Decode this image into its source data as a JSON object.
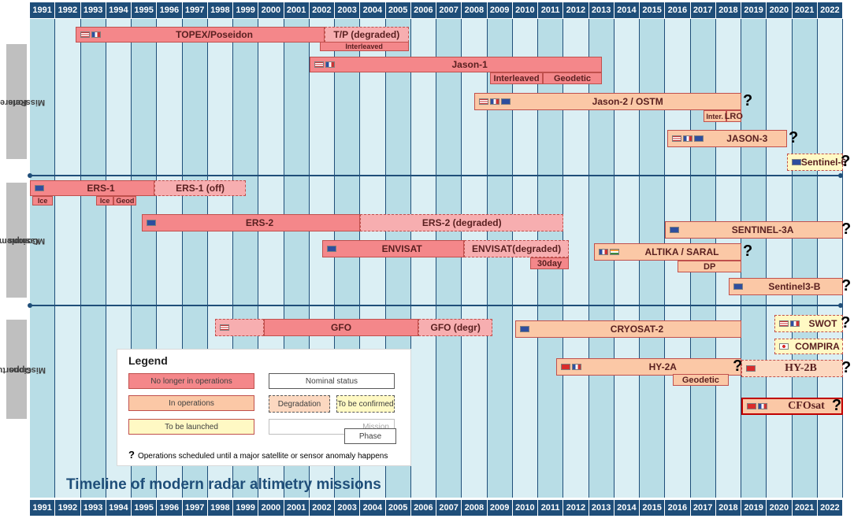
{
  "years": [
    "1991",
    "1992",
    "1993",
    "1994",
    "1995",
    "1996",
    "1997",
    "1998",
    "1999",
    "2000",
    "2001",
    "2002",
    "2003",
    "2004",
    "2005",
    "2006",
    "2007",
    "2008",
    "2009",
    "2010",
    "2011",
    "2012",
    "2013",
    "2014",
    "2015",
    "2016",
    "2017",
    "2018",
    "2019",
    "2020",
    "2021",
    "2022"
  ],
  "sections": [
    {
      "label": "Reference Missions",
      "lines": [
        "Reference",
        "Missions"
      ]
    },
    {
      "label": "Complementary Missions",
      "lines": [
        "Complementary",
        "Missions"
      ]
    },
    {
      "label": "Opportunity Missions",
      "lines": [
        "Opportunity",
        "Missions"
      ]
    }
  ],
  "bars": [
    {
      "label": "TOPEX/Poseidon",
      "status": "off",
      "start": 1992.8,
      "end": 2002.6,
      "row": "tp",
      "flags": [
        "us",
        "fr"
      ]
    },
    {
      "label": "T/P (degraded)",
      "status": "off-deg",
      "start": 2002.6,
      "end": 2005.9,
      "row": "tp"
    },
    {
      "label": "Interleaved",
      "status": "off",
      "start": 2002.4,
      "end": 2005.9,
      "row": "tp-sub"
    },
    {
      "label": "Jason-1",
      "status": "off",
      "start": 2002.0,
      "end": 2013.5,
      "row": "j1",
      "flags": [
        "us",
        "fr"
      ]
    },
    {
      "label": "Interleaved",
      "status": "off",
      "start": 2009.1,
      "end": 2011.2,
      "row": "j1-sub"
    },
    {
      "label": "Geodetic",
      "status": "off",
      "start": 2011.2,
      "end": 2013.5,
      "row": "j1-sub"
    },
    {
      "label": "Jason-2 / OSTM",
      "status": "ops",
      "start": 2008.5,
      "end": 2019.0,
      "row": "j2",
      "flags": [
        "us",
        "fr",
        "eu"
      ]
    },
    {
      "label": "Inter.",
      "status": "ops",
      "start": 2017.5,
      "end": 2018.4,
      "row": "j2-sub",
      "small": true
    },
    {
      "label": "LRO",
      "status": "ops",
      "start": 2018.4,
      "end": 2019.0,
      "row": "j2-sub"
    },
    {
      "label": "JASON-3",
      "status": "ops",
      "start": 2016.1,
      "end": 2020.8,
      "row": "j3",
      "flags": [
        "us",
        "fr",
        "eu"
      ]
    },
    {
      "label": "Sentinel-6",
      "status": "tbl",
      "start": 2020.8,
      "end": 2023.0,
      "row": "s6",
      "flags": [
        "eu"
      ]
    },
    {
      "label": "ERS-1",
      "status": "off",
      "start": 1991.0,
      "end": 1995.9,
      "row": "ers1",
      "flags": [
        "eu"
      ]
    },
    {
      "label": "ERS-1 (off)",
      "status": "off-deg",
      "start": 1995.9,
      "end": 1999.5,
      "row": "ers1"
    },
    {
      "label": "Ice",
      "status": "off",
      "start": 1991.1,
      "end": 1991.9,
      "row": "ers1-sub",
      "small": true
    },
    {
      "label": "Ice",
      "status": "off",
      "start": 1993.6,
      "end": 1994.3,
      "row": "ers1-sub",
      "small": true
    },
    {
      "label": "Geod",
      "status": "off",
      "start": 1994.3,
      "end": 1995.2,
      "row": "ers1-sub",
      "small": true
    },
    {
      "label": "ERS-2",
      "status": "off",
      "start": 1995.4,
      "end": 2004.0,
      "row": "ers2",
      "flags": [
        "eu"
      ]
    },
    {
      "label": "ERS-2 (degraded)",
      "status": "off-deg",
      "start": 2004.0,
      "end": 2012.0,
      "row": "ers2"
    },
    {
      "label": "SENTINEL-3A",
      "status": "ops",
      "start": 2016.0,
      "end": 2023.0,
      "row": "s3a",
      "flags": [
        "eu"
      ]
    },
    {
      "label": "ENVISAT",
      "status": "off",
      "start": 2002.5,
      "end": 2008.1,
      "row": "env",
      "flags": [
        "eu"
      ]
    },
    {
      "label": "ENVISAT(degraded)",
      "status": "off-deg",
      "start": 2008.1,
      "end": 2012.2,
      "row": "env"
    },
    {
      "label": "30day",
      "status": "off",
      "start": 2010.7,
      "end": 2012.2,
      "row": "env-sub"
    },
    {
      "label": "ALTIKA / SARAL",
      "status": "ops",
      "start": 2013.2,
      "end": 2019.0,
      "row": "alt",
      "flags": [
        "fr",
        "in"
      ]
    },
    {
      "label": "DP",
      "status": "ops",
      "start": 2016.5,
      "end": 2019.0,
      "row": "alt-sub"
    },
    {
      "label": "Sentinel3-B",
      "status": "ops",
      "start": 2018.5,
      "end": 2023.0,
      "row": "s3b",
      "flags": [
        "eu"
      ]
    },
    {
      "label": "GFO",
      "status": "off",
      "start": 2000.2,
      "end": 2006.3,
      "row": "gfo"
    },
    {
      "label": "",
      "status": "off-deg",
      "start": 1998.3,
      "end": 2000.2,
      "row": "gfo",
      "flags": [
        "us"
      ]
    },
    {
      "label": "GFO (degr)",
      "status": "off-deg",
      "start": 2006.3,
      "end": 2009.2,
      "row": "gfo"
    },
    {
      "label": "CRYOSAT-2",
      "status": "ops",
      "start": 2010.1,
      "end": 2019.0,
      "row": "cryo",
      "flags": [
        "eu"
      ]
    },
    {
      "label": "SWOT",
      "status": "tbl",
      "start": 2020.3,
      "end": 2023.0,
      "row": "swot",
      "flags": [
        "us",
        "fr"
      ]
    },
    {
      "label": "COMPIRA",
      "status": "tbl",
      "start": 2020.3,
      "end": 2023.0,
      "row": "comp",
      "flags": [
        "jp"
      ]
    },
    {
      "label": "HY-2A",
      "status": "ops",
      "start": 2011.7,
      "end": 2019.0,
      "row": "hy2a",
      "flags": [
        "cn",
        "fr"
      ]
    },
    {
      "label": "Geodetic",
      "status": "ops",
      "start": 2016.3,
      "end": 2018.5,
      "row": "hy2a-sub"
    },
    {
      "label": "HY-2B",
      "status": "ops-deg",
      "start": 2019.0,
      "end": 2023.0,
      "row": "hy2b",
      "flags": [
        "cn"
      ],
      "serif": true
    },
    {
      "label": "CFOsat",
      "status": "ops-heavy",
      "start": 2019.0,
      "end": 2023.0,
      "row": "cfo",
      "flags": [
        "cn",
        "fr"
      ],
      "serif": true
    }
  ],
  "questions": [
    {
      "row": "j2",
      "after": 2019.0
    },
    {
      "row": "j3",
      "after": 2020.8
    },
    {
      "row": "s6",
      "after": 2022.85
    },
    {
      "row": "s3a",
      "after": 2023.0
    },
    {
      "row": "alt",
      "after": 2019.0
    },
    {
      "row": "s3b",
      "after": 2023.0
    },
    {
      "row": "swot",
      "after": 2022.85
    },
    {
      "row": "hy2a",
      "after": 2018.6
    },
    {
      "row": "hy2b",
      "after": 2023.0
    },
    {
      "row": "cfo",
      "after": 2022.5
    }
  ],
  "legend": {
    "title": "Legend",
    "no_longer": "No longer in operations",
    "in_ops": "In operations",
    "to_launch": "To be launched",
    "nominal": "Nominal status",
    "degradation": "Degradation",
    "to_confirm": "To be confirmed",
    "mission": "Mission",
    "phase": "Phase",
    "note_mark": "?",
    "note": "Operations scheduled until a major satellite or sensor anomaly happens"
  },
  "title": "Timeline of modern radar altimetry missions",
  "qmark": "?"
}
